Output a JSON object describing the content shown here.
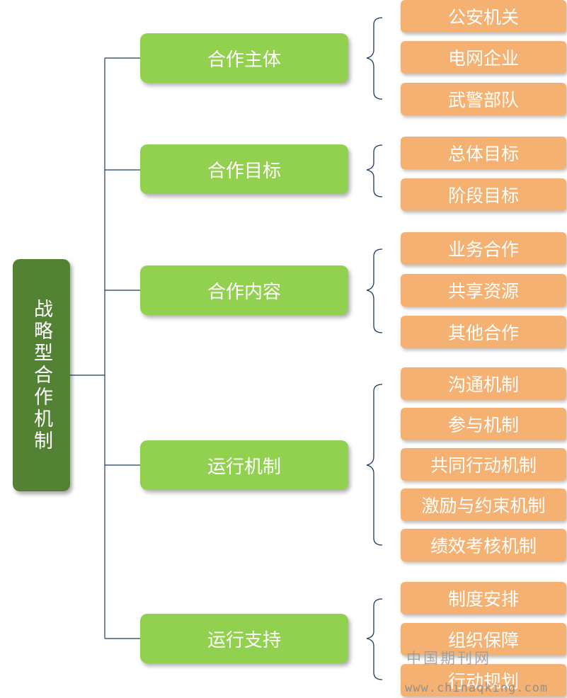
{
  "root": {
    "label": "战略型合作机制"
  },
  "categories": [
    {
      "label": "合作主体",
      "items": [
        "公安机关",
        "电网企业",
        "武警部队"
      ]
    },
    {
      "label": "合作目标",
      "items": [
        "总体目标",
        "阶段目标"
      ]
    },
    {
      "label": "合作内容",
      "items": [
        "业务合作",
        "共享资源",
        "其他合作"
      ]
    },
    {
      "label": "运行机制",
      "items": [
        "沟通机制",
        "参与机制",
        "共同行动机制",
        "激励与约束机制",
        "绩效考核机制"
      ]
    },
    {
      "label": "运行支持",
      "items": [
        "制度安排",
        "组织保障",
        "行动规划"
      ]
    }
  ],
  "watermark": {
    "line1": "中国期刊网",
    "line2": "www.chinaqking.com"
  },
  "colors": {
    "root": "#548235",
    "category": "#92d050",
    "leaf": "#f4b171",
    "connector": "#1f3a5f"
  }
}
